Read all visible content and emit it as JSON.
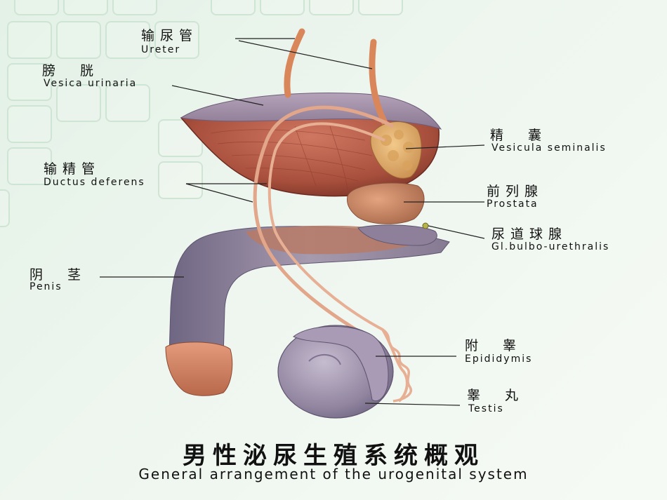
{
  "labels": {
    "ureter": {
      "zh": "输尿管",
      "en": "Ureter"
    },
    "bladder": {
      "zh": "膀　胱",
      "en": "Vesica urinaria"
    },
    "ductus": {
      "zh": "输精管",
      "en": "Ductus deferens"
    },
    "penis": {
      "zh": "阴　茎",
      "en": "Penis"
    },
    "vesicula": {
      "zh": "精　囊",
      "en": "Vesicula seminalis"
    },
    "prostata": {
      "zh": "前列腺",
      "en": "Prostata"
    },
    "bulbo": {
      "zh": "尿道球腺",
      "en": "Gl.bulbo-urethralis"
    },
    "epididymis": {
      "zh": "附　睾",
      "en": "Epididymis"
    },
    "testis": {
      "zh": "睾　丸",
      "en": "Testis"
    }
  },
  "title": {
    "zh": "男性泌尿生殖系统概观",
    "en": "General arrangement of the urogenital system"
  }
}
